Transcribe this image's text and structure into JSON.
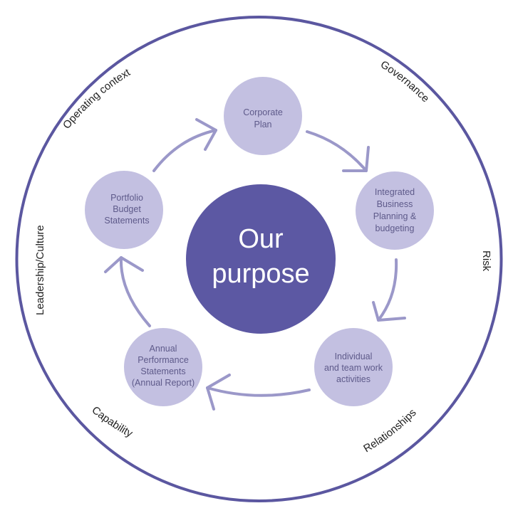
{
  "colors": {
    "outer_ring": "#5b57a0",
    "node_fill": "#c3c0e1",
    "center_fill": "#5c58a3",
    "arrow": "#9b98c9",
    "node_text": "#5e5a8a",
    "ring_text": "#222222",
    "center_text": "#ffffff"
  },
  "center": {
    "line1": "Our",
    "line2": "purpose"
  },
  "nodes": [
    {
      "id": "corporate-plan",
      "lines": [
        "Corporate",
        "Plan"
      ]
    },
    {
      "id": "integrated-business-planning",
      "lines": [
        "Integrated",
        "Business",
        "Planning &",
        "budgeting"
      ]
    },
    {
      "id": "individual-team-work",
      "lines": [
        "Individual",
        "and team work",
        "activities"
      ]
    },
    {
      "id": "annual-performance-statements",
      "lines": [
        "Annual",
        "Performance",
        "Statements",
        "(Annual Report)"
      ]
    },
    {
      "id": "portfolio-budget-statements",
      "lines": [
        "Portfolio",
        "Budget",
        "Statements"
      ]
    }
  ],
  "ring_labels": {
    "operating_context": "Operating context",
    "governance": "Governance",
    "risk": "Risk",
    "relationships": "Relationships",
    "capability": "Capability",
    "leadership_culture": "Leadership/Culture"
  }
}
